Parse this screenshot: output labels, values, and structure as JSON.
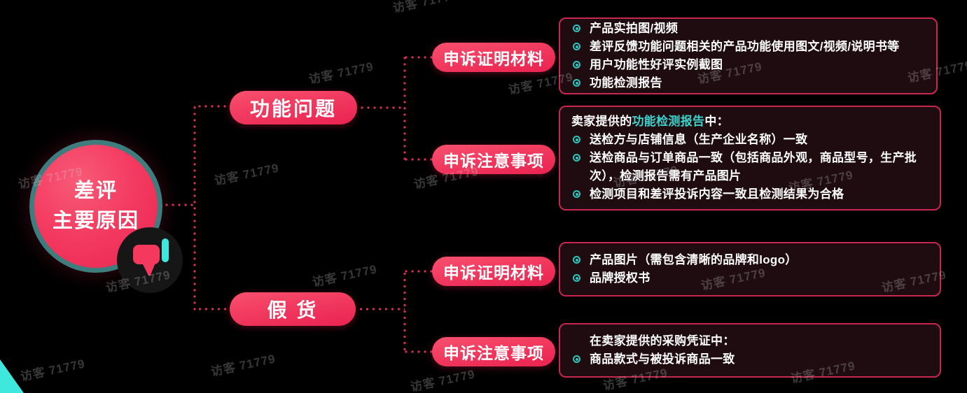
{
  "watermark": {
    "text": "访客 71779"
  },
  "colors": {
    "accent_pink": "#f23a5f",
    "teal_accent": "#3fe8dc",
    "teal_ring": "#3f7c7d",
    "box_border": "#c8274f",
    "box_background": "#1e0c11",
    "highlight_text": "#3ed2ca",
    "dotted_line": "#d03055",
    "background": "#000000"
  },
  "root": {
    "title_line1": "差评",
    "title_line2": "主要原因",
    "icon": "thumbs-down-icon"
  },
  "branches": [
    {
      "label": "功能问题",
      "children": [
        {
          "label": "申诉证明材料",
          "box": {
            "lines": [
              {
                "bullet": true,
                "segments": [
                  {
                    "text": "产品实拍图/视频"
                  }
                ]
              },
              {
                "bullet": true,
                "segments": [
                  {
                    "text": "差评反馈功能问题相关的产品功能使用图文/视频/说明书等"
                  }
                ]
              },
              {
                "bullet": true,
                "segments": [
                  {
                    "text": "用户功能性好评实例截图"
                  }
                ]
              },
              {
                "bullet": true,
                "segments": [
                  {
                    "text": "功能检测报告"
                  }
                ]
              }
            ]
          }
        },
        {
          "label": "申诉注意事项",
          "box": {
            "lines": [
              {
                "bullet": false,
                "segments": [
                  {
                    "text": "卖家提供的"
                  },
                  {
                    "text": "功能检测报告",
                    "highlight": true
                  },
                  {
                    "text": "中："
                  }
                ]
              },
              {
                "bullet": true,
                "segments": [
                  {
                    "text": "送检方与店铺信息（生产企业名称）一致"
                  }
                ]
              },
              {
                "bullet": true,
                "segments": [
                  {
                    "text": "送检商品与订单商品一致（包括商品外观，商品型号，生产批次），检测报告需有产品图片"
                  }
                ]
              },
              {
                "bullet": true,
                "segments": [
                  {
                    "text": "检测项目和差评投诉内容一致且检测结果为合格"
                  }
                ]
              }
            ]
          }
        }
      ]
    },
    {
      "label": "假 货",
      "children": [
        {
          "label": "申诉证明材料",
          "box": {
            "lines": [
              {
                "bullet": true,
                "segments": [
                  {
                    "text": "产品图片（需包含清晰的品牌和logo）"
                  }
                ]
              },
              {
                "bullet": true,
                "segments": [
                  {
                    "text": "品牌授权书"
                  }
                ]
              }
            ]
          }
        },
        {
          "label": "申诉注意事项",
          "box": {
            "lines": [
              {
                "bullet": false,
                "indent": true,
                "segments": [
                  {
                    "text": "在卖家提供的采购凭证中："
                  }
                ]
              },
              {
                "bullet": true,
                "segments": [
                  {
                    "text": "商品款式与被投诉商品一致"
                  }
                ]
              }
            ]
          }
        }
      ]
    }
  ]
}
